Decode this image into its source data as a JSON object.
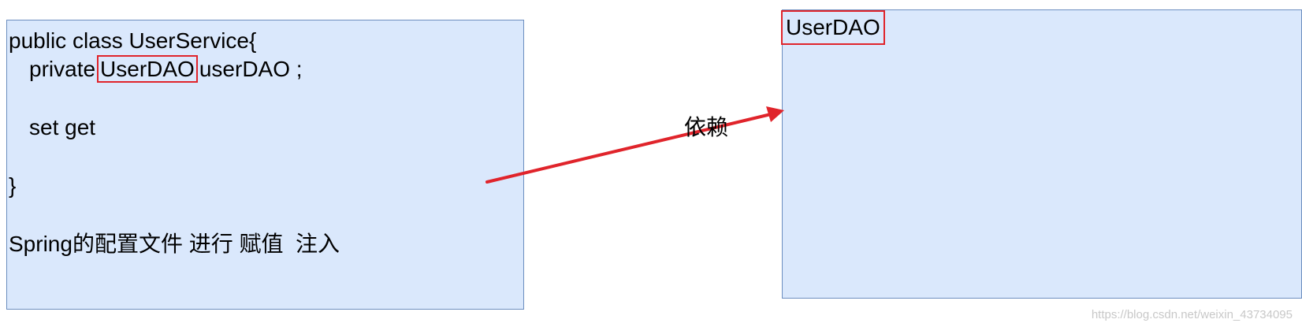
{
  "left_node": {
    "line1": "public class UserService{",
    "line2_prefix": "private",
    "line2_highlight": "UserDAO",
    "line2_suffix": "userDAO ;",
    "line3": "set get",
    "line4": "}",
    "line5": "Spring的配置文件 进行 赋值  注入"
  },
  "right_node": {
    "label": "UserDAO"
  },
  "edge": {
    "label": "依赖"
  },
  "watermark": "https://blog.csdn.net/weixin_43734095",
  "colors": {
    "box_fill": "#dae8fc",
    "box_border": "#6c8ebf",
    "highlight": "#e0242b",
    "arrow": "#e0242b"
  }
}
